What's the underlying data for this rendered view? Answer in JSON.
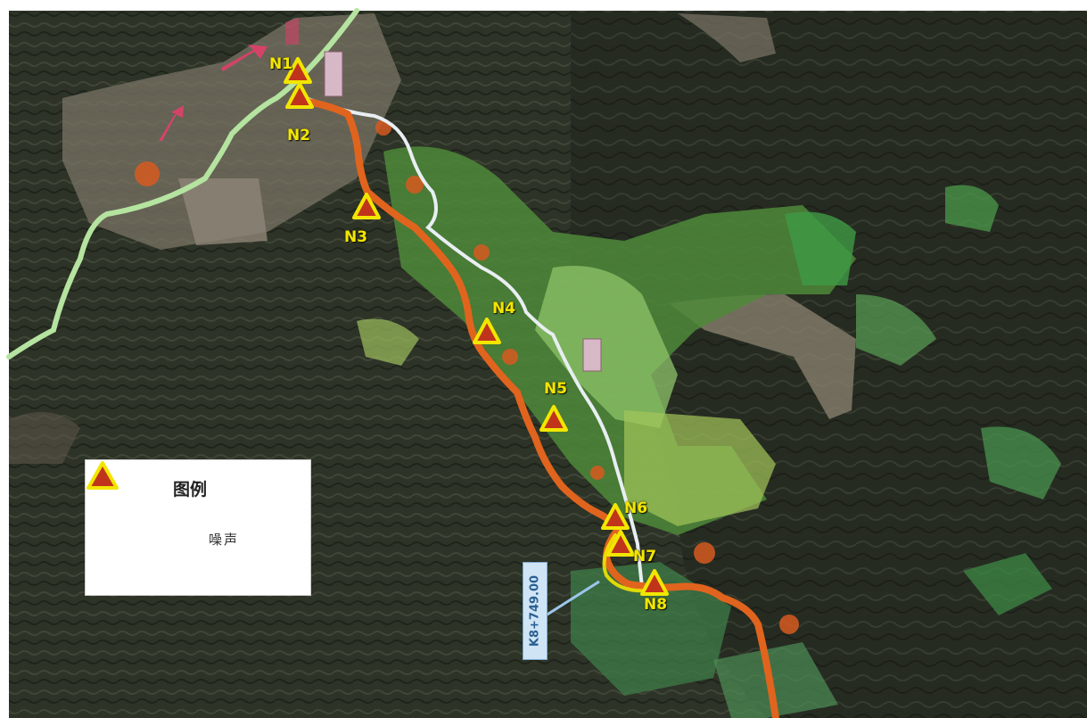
{
  "legend": {
    "title": "图例",
    "item_label": "噪声"
  },
  "points": [
    {
      "id": "N1",
      "label": "N1"
    },
    {
      "id": "N2",
      "label": "N2"
    },
    {
      "id": "N3",
      "label": "N3"
    },
    {
      "id": "N4",
      "label": "N4"
    },
    {
      "id": "N5",
      "label": "N5"
    },
    {
      "id": "N6",
      "label": "N6"
    },
    {
      "id": "N7",
      "label": "N7"
    },
    {
      "id": "N8",
      "label": "N8"
    }
  ],
  "route_callout": "K8+749.00",
  "colors": {
    "marker_fill": "#c0341c",
    "marker_stroke": "#f2e600",
    "route": "#e0641e",
    "road": "#e8eef2",
    "river": "#b5e3a0"
  }
}
